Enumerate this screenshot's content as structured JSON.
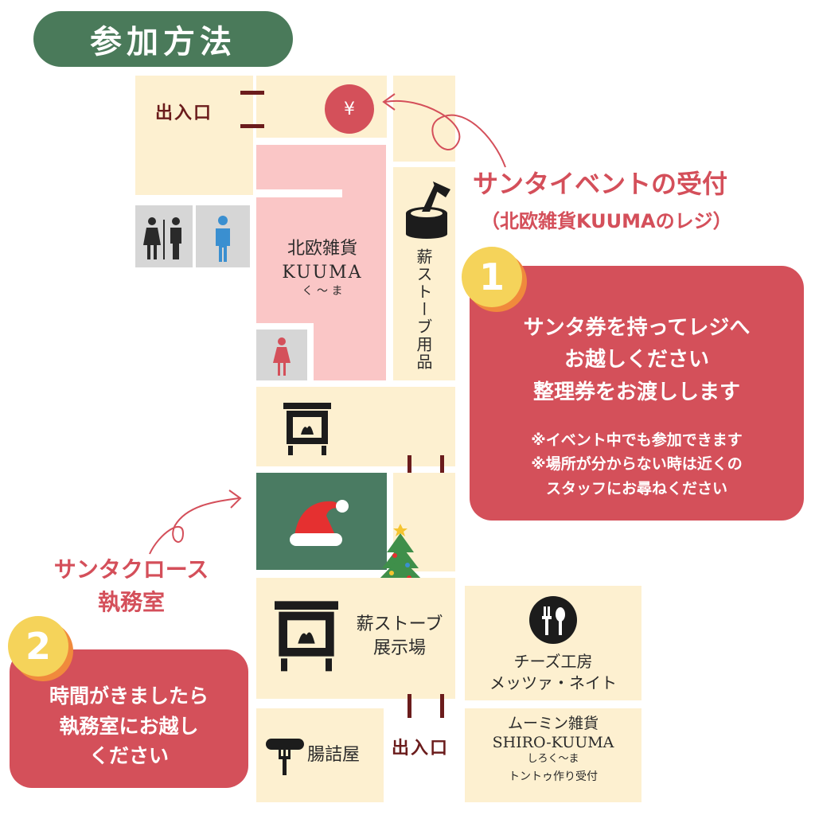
{
  "title": "参加方法",
  "map": {
    "entrance_top": "出入口",
    "entrance_bottom": "出入口",
    "register_icon": "yen-icon",
    "kuuma": {
      "name_1": "北欧雑貨",
      "name_2": "KUUMA",
      "reading": "く ～ ま"
    },
    "stove_goods": "薪ストーブ用品",
    "stove_showroom": {
      "line1": "薪ストーブ",
      "line2": "展示場"
    },
    "cheese": {
      "line1": "チーズ工房",
      "line2": "メッツァ・ネイト"
    },
    "sausage": "腸詰屋",
    "moomin": {
      "line1": "ムーミン雑貨",
      "line2": "SHIRO-KUUMA",
      "line3": "しろく～ま",
      "line4": "トントゥ作り受付"
    }
  },
  "callout_reception": {
    "line1": "サンタイベントの受付",
    "line2": "（北欧雑貨KUUMAのレジ）"
  },
  "callout_santa": {
    "line1": "サンタクロース",
    "line2": "執務室"
  },
  "step1": {
    "number": "1",
    "lines": [
      "サンタ券を持ってレジへ",
      "お越しください",
      "整理券をお渡しします"
    ],
    "notes": [
      "※イベント中でも参加できます",
      "※場所が分からない時は近くの",
      "スタッフにお尋ねください"
    ]
  },
  "step2": {
    "number": "2",
    "lines": [
      "時間がきましたら",
      "執務室にお越し",
      "ください"
    ]
  },
  "colors": {
    "green": "#4a7a5a",
    "cream": "#fdf0d0",
    "pink": "#fac6c6",
    "red": "#d4505a",
    "dark_red": "#6b1c1c",
    "yellow": "#f5d35a"
  }
}
